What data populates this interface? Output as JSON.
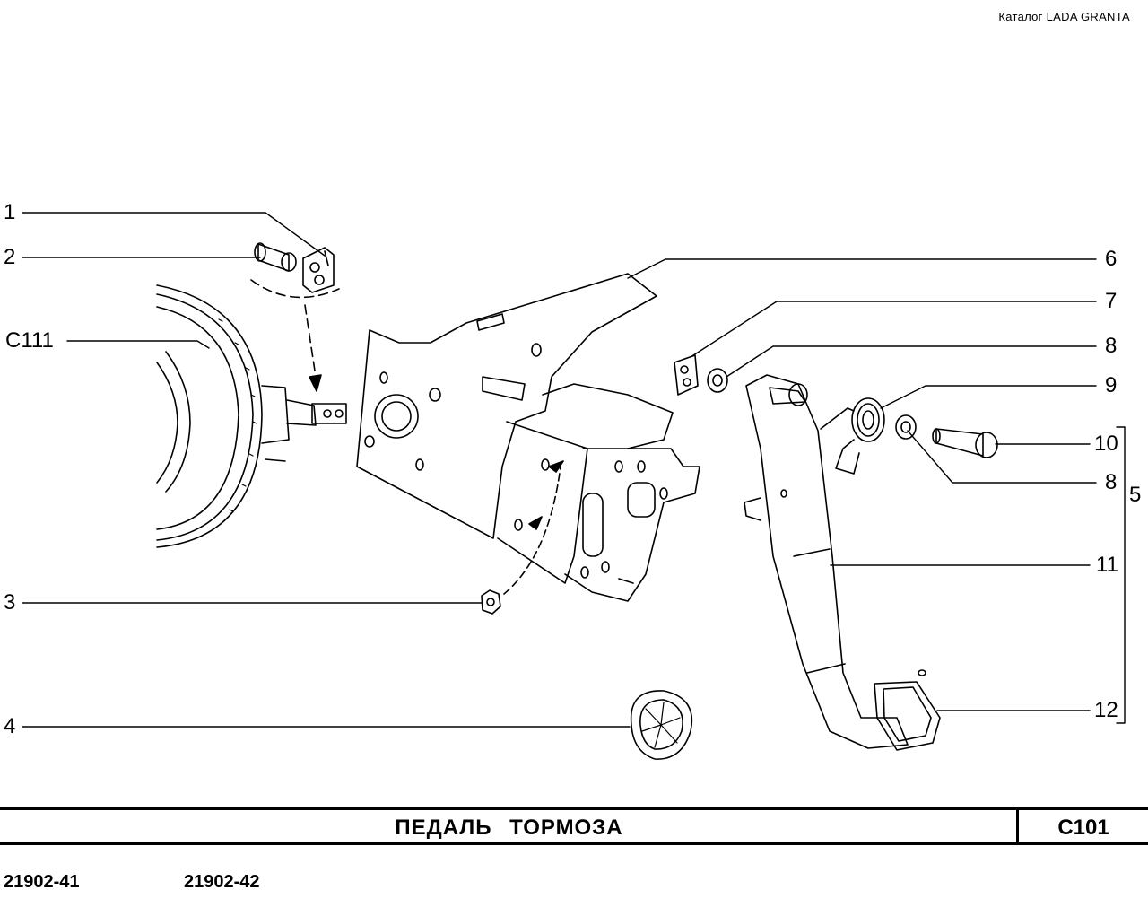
{
  "header": {
    "catalog": "Каталог  LADA  GRANTA"
  },
  "callouts": {
    "c1": "1",
    "c2": "2",
    "c111": "С111",
    "c3": "3",
    "c4": "4",
    "c6": "6",
    "c7": "7",
    "c8a": "8",
    "c9": "9",
    "c10": "10",
    "c8b": "8",
    "c5": "5",
    "c11": "11",
    "c12": "12"
  },
  "title_bar": {
    "title": "ПЕДАЛЬ   ТОРМОЗА",
    "page_code": "С101"
  },
  "footer": {
    "model_a": "21902-41",
    "model_b": "21902-42"
  }
}
